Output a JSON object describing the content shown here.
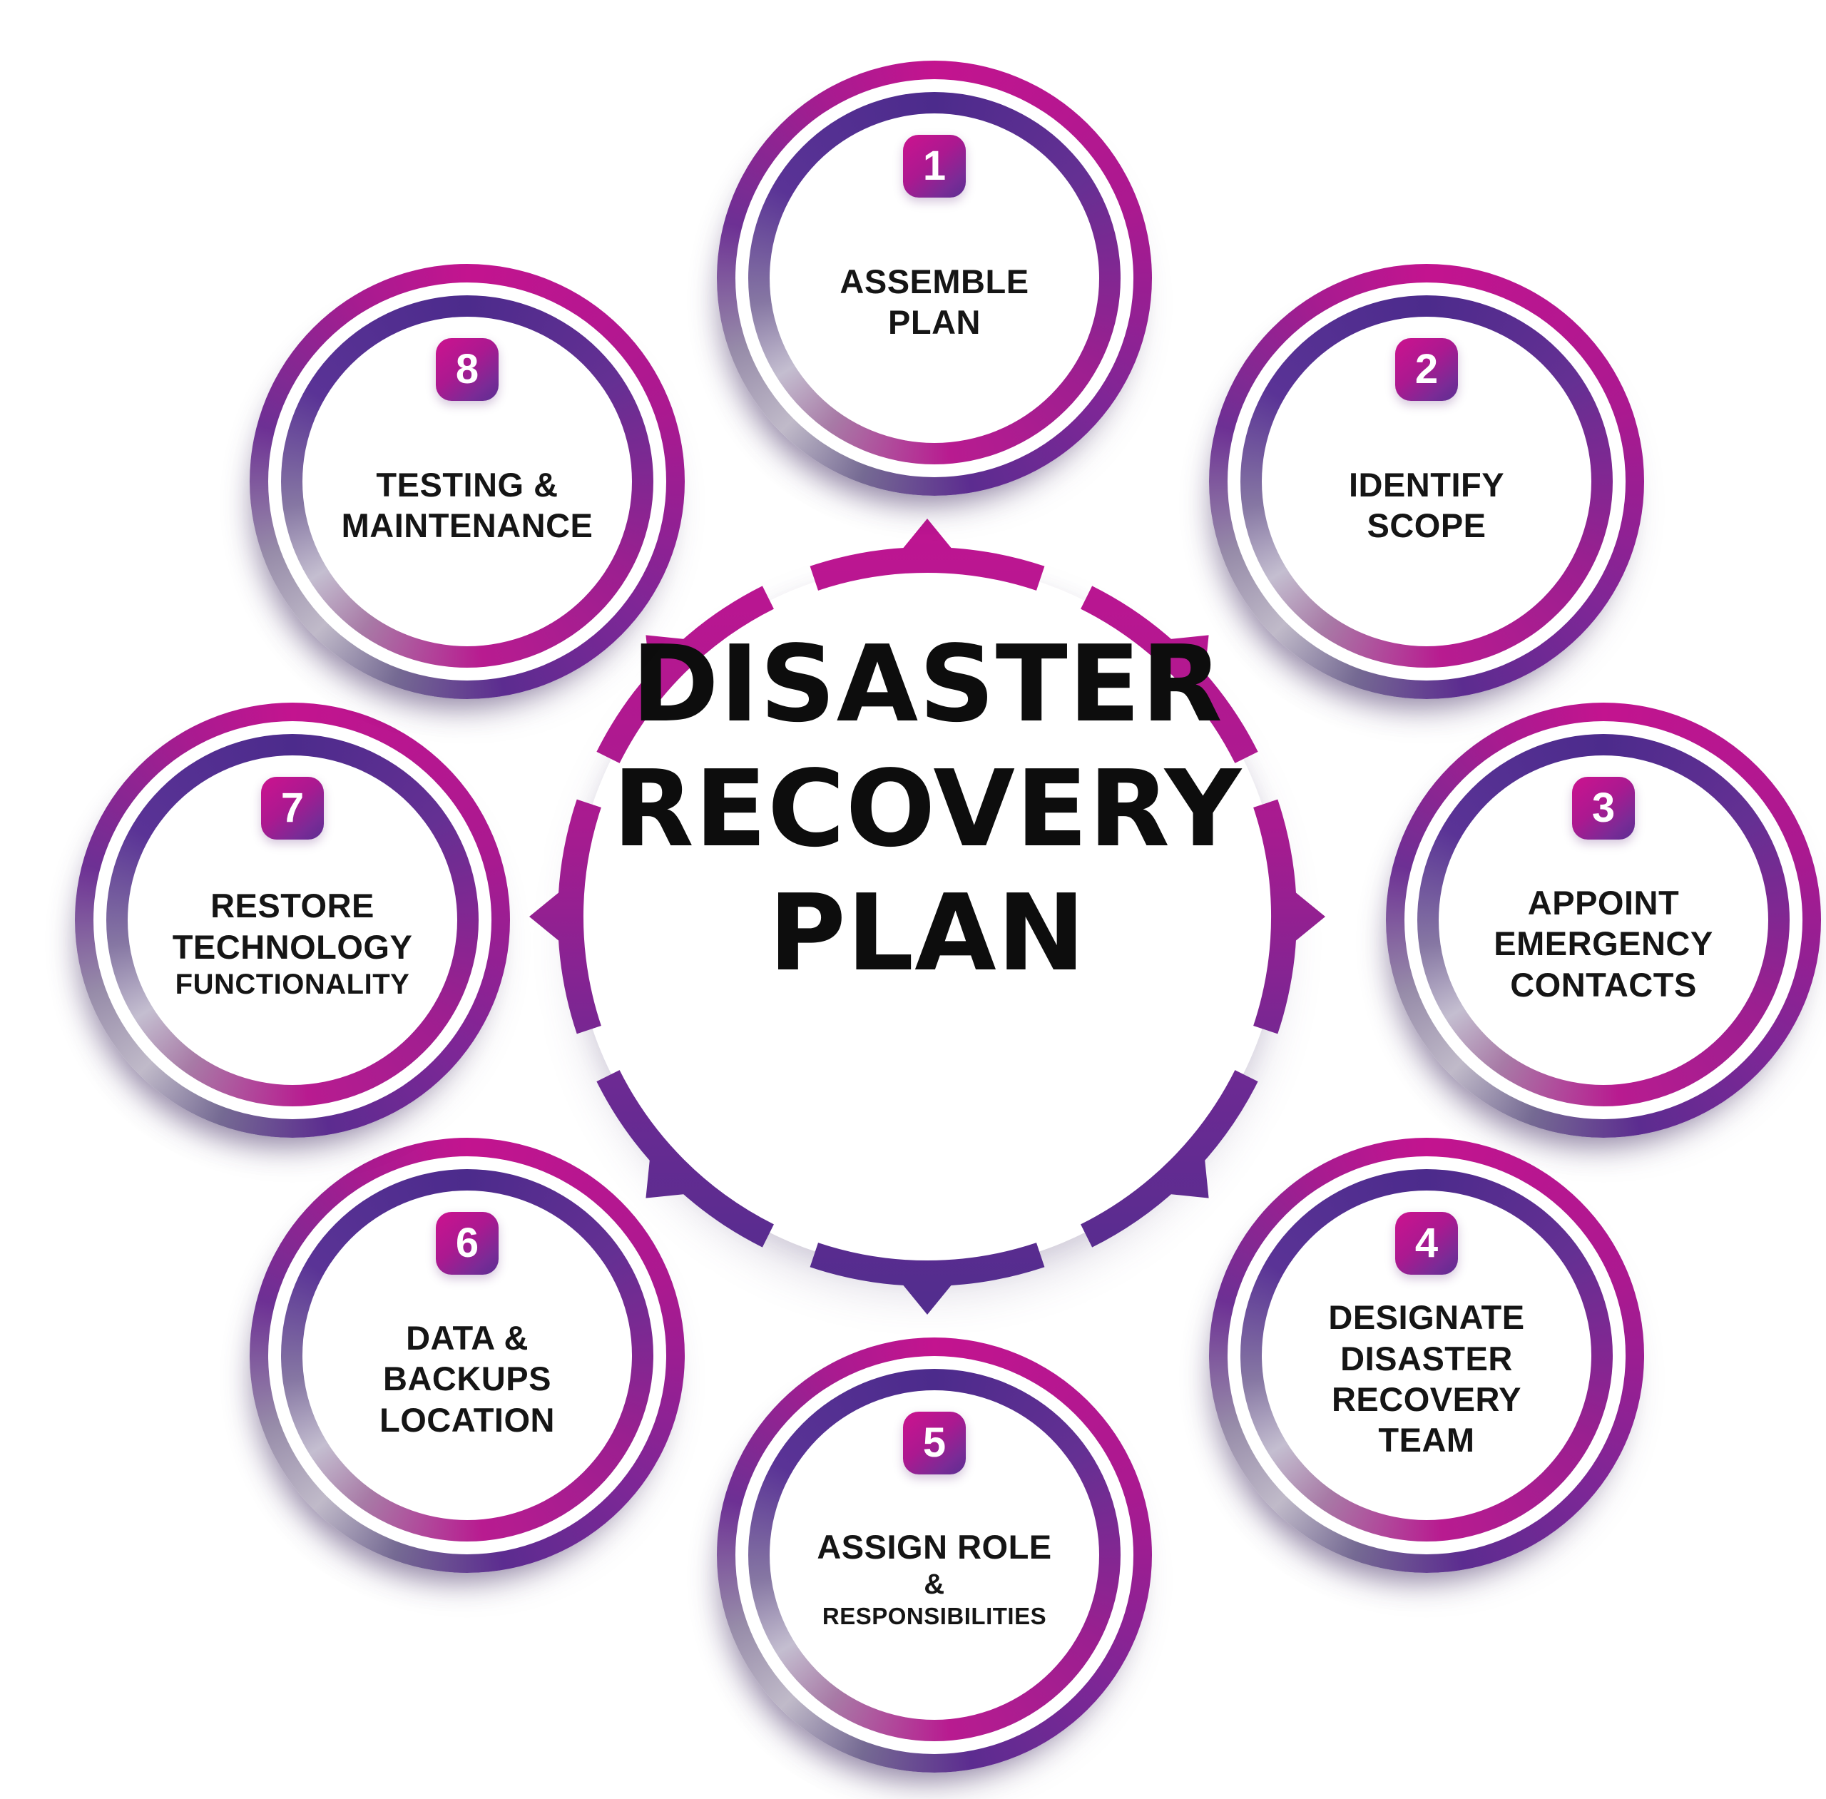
{
  "title": {
    "lines": [
      "DISASTER",
      "RECOVERY",
      "PLAN"
    ]
  },
  "steps": [
    {
      "number": "1",
      "lines": [
        {
          "text": "ASSEMBLE",
          "size": "lg"
        },
        {
          "text": "PLAN",
          "size": "lg"
        }
      ]
    },
    {
      "number": "2",
      "lines": [
        {
          "text": "IDENTIFY",
          "size": "lg"
        },
        {
          "text": "SCOPE",
          "size": "lg"
        }
      ]
    },
    {
      "number": "3",
      "lines": [
        {
          "text": "APPOINT",
          "size": "lg"
        },
        {
          "text": "EMERGENCY",
          "size": "lg"
        },
        {
          "text": "CONTACTS",
          "size": "lg"
        }
      ]
    },
    {
      "number": "4",
      "lines": [
        {
          "text": "DESIGNATE",
          "size": "lg"
        },
        {
          "text": "DISASTER",
          "size": "lg"
        },
        {
          "text": "RECOVERY",
          "size": "lg"
        },
        {
          "text": "TEAM",
          "size": "lg"
        }
      ]
    },
    {
      "number": "5",
      "lines": [
        {
          "text": "ASSIGN ROLE",
          "size": "lg"
        },
        {
          "text": "&",
          "size": "md"
        },
        {
          "text": "RESPONSIBILITIES",
          "size": "sm"
        }
      ]
    },
    {
      "number": "6",
      "lines": [
        {
          "text": "DATA &",
          "size": "lg"
        },
        {
          "text": "BACKUPS",
          "size": "lg"
        },
        {
          "text": "LOCATION",
          "size": "lg"
        }
      ]
    },
    {
      "number": "7",
      "lines": [
        {
          "text": "RESTORE",
          "size": "lg"
        },
        {
          "text": "TECHNOLOGY",
          "size": "lg"
        },
        {
          "text": "FUNCTIONALITY",
          "size": "md"
        }
      ]
    },
    {
      "number": "8",
      "lines": [
        {
          "text": "TESTING &",
          "size": "lg"
        },
        {
          "text": "MAINTENANCE",
          "size": "lg"
        }
      ]
    }
  ],
  "colors": {
    "accent_magenta": "#b7178f",
    "accent_purple": "#5b2d90",
    "ring_gray": "#c0bac9",
    "title_text": "#0d0d0d",
    "step_text": "#151515",
    "number_text": "#ffffff",
    "background": "#ffffff"
  }
}
